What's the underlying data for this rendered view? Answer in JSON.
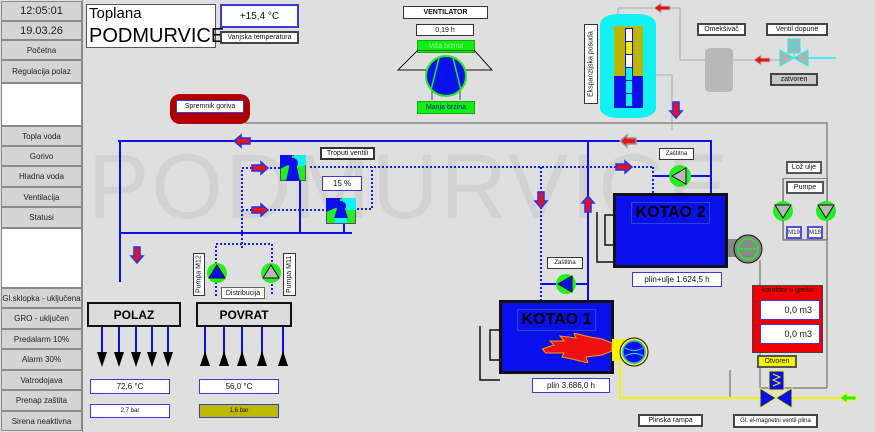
{
  "sidebar": {
    "time": "12:05:01",
    "date": "19.03.26",
    "items": [
      {
        "label": "Početna"
      },
      {
        "label": "Regulacija polaz"
      },
      {
        "label": "Topla voda"
      },
      {
        "label": "Gorivo"
      },
      {
        "label": "Hladna voda"
      },
      {
        "label": "Ventilacija"
      },
      {
        "label": "Statusi"
      }
    ],
    "status": [
      {
        "label": "Gl.sklopka - uključena"
      },
      {
        "label": "GRO - uključen"
      },
      {
        "label": "Predalarm 10%"
      },
      {
        "label": "Alarm   30%"
      },
      {
        "label": "Vatrodojava"
      },
      {
        "label": "Prenap zaštita"
      },
      {
        "label": "Sirena neaktivna"
      }
    ]
  },
  "header": {
    "title_line1": "Toplana",
    "title_line2": "PODMURVICE",
    "outside_temp": "+15,4 °C",
    "outside_temp_label": "Vanjska temperatura",
    "watermark": "PODMURVICE"
  },
  "ventilator": {
    "title": "VENTILATOR",
    "hours": "0,19 h",
    "high_speed": "Viša brzina",
    "low_speed": "Manja brzina"
  },
  "expansion": {
    "label": "Ekspanzijska posuda",
    "softener_label": "Omekšivač",
    "refill_valve_label": "Ventil dopune",
    "refill_valve_state": "zatvoren"
  },
  "fuel_tank": {
    "label": "Spremnik goriva"
  },
  "three_way": {
    "label": "Troputi ventili",
    "position": "15 %"
  },
  "distribution": {
    "label": "Distribucija",
    "pump_left": "Pumpa M12",
    "pump_right": "Pumpa M11"
  },
  "polaz": {
    "label": "POLAZ",
    "temp": "72,6 °C",
    "pressure": "2,7 bar"
  },
  "povrat": {
    "label": "POVRAT",
    "temp": "56,0 °C",
    "pressure": "1,6 bar"
  },
  "boiler1": {
    "title": "KOTAO 1",
    "hours": "plin 3.686,0 h",
    "protection": "Zaštitna"
  },
  "boiler2": {
    "title": "KOTAO 2",
    "hours": "plin+ulje 1.624,5 h",
    "protection": "Zaštitna"
  },
  "oil": {
    "label": "Lož ulje",
    "pumps_label": "Pumpe",
    "pump_a": "M19",
    "pump_b": "M18"
  },
  "gas": {
    "corrector_title": "korektor u grešci",
    "meter1": "0,0 m3",
    "meter2": "0,0 m3",
    "valve_state": "Otvoren",
    "ramp_label": "Plinska rampa",
    "main_valve_label": "Gl. el-magnetni ventil plina"
  },
  "colors": {
    "pipe_blue": "#0a10ec",
    "arrow_red": "#ee1111",
    "pump_green": "#22ee22",
    "gas_yellow": "#f5f500",
    "tank_red": "#b00000",
    "low_pressure_olive": "#bdb800"
  }
}
